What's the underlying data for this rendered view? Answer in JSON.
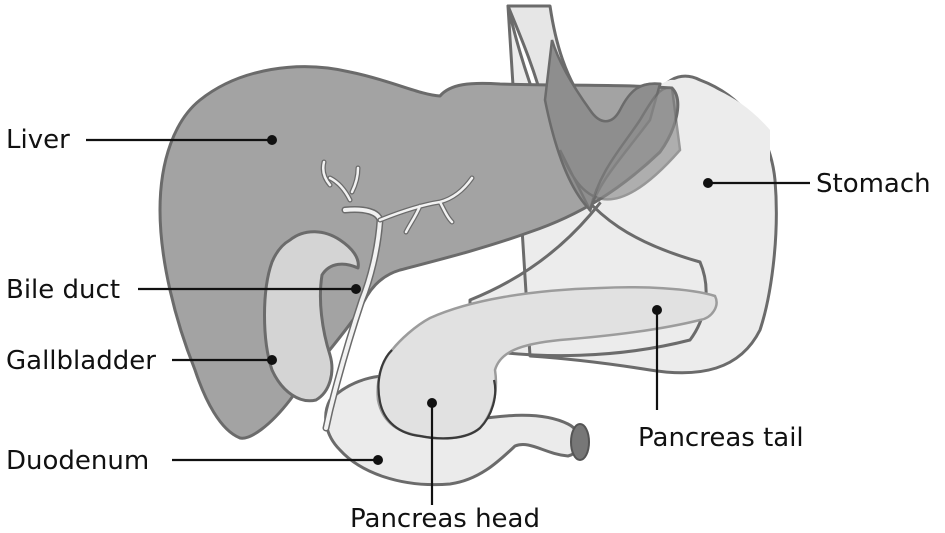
{
  "labels": {
    "liver": "Liver",
    "bile_duct": "Bile duct",
    "gallbladder": "Gallbladder",
    "duodenum": "Duodenum",
    "stomach": "Stomach",
    "pancreas_tail": "Pancreas tail",
    "pancreas_head": "Pancreas head"
  },
  "colors": {
    "liver": "#a3a3a3",
    "liver_overlap": "#8e8e8e",
    "stomach": "#ececec",
    "gallbladder": "#d4d4d4",
    "pancreas": "#e1e1e1",
    "duodenum": "#ebebeb",
    "bile_duct": "#f2f2f2",
    "outline": "#6b6b6b",
    "text": "#111111"
  }
}
